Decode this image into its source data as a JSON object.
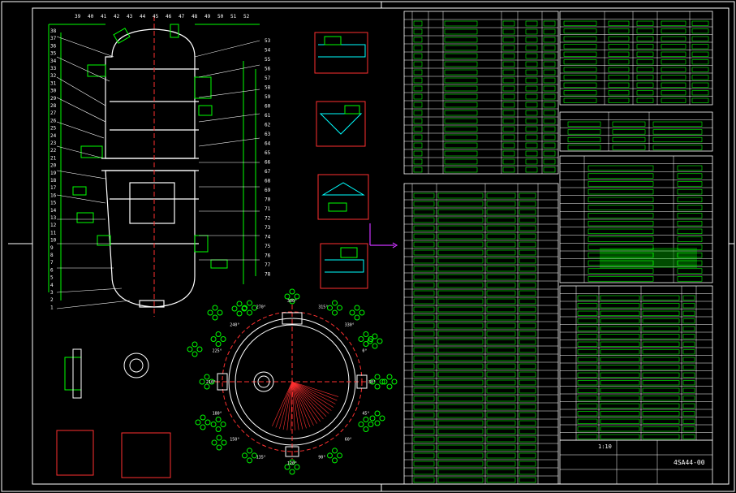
{
  "colors": {
    "background": "#000000",
    "frame": "#ffffff",
    "vessel": "#ffffff",
    "dimension": "#00ff00",
    "section": "#ff3030",
    "hatch": "#00ffff",
    "axis": "#cc33ff",
    "text_box": "#00ff00"
  },
  "drawing": {
    "part_labels_left": [
      "38",
      "37",
      "36",
      "35",
      "34",
      "33",
      "32",
      "31",
      "30",
      "29",
      "28",
      "27",
      "26",
      "25",
      "24",
      "23",
      "22",
      "21",
      "20",
      "19",
      "18",
      "17",
      "16",
      "15",
      "14",
      "13",
      "12",
      "11",
      "10",
      "9",
      "8",
      "7",
      "6",
      "5",
      "4",
      "3",
      "2",
      "1"
    ],
    "part_labels_top": [
      "39",
      "40",
      "41",
      "42",
      "43",
      "44",
      "45",
      "46",
      "47",
      "48",
      "49",
      "50",
      "51",
      "52"
    ],
    "part_labels_right": [
      "53",
      "54",
      "55",
      "56",
      "57",
      "58",
      "59",
      "60",
      "61",
      "62",
      "63",
      "64",
      "65",
      "66",
      "67",
      "68",
      "69",
      "70",
      "71",
      "72",
      "73",
      "74",
      "75",
      "76",
      "77",
      "78"
    ],
    "bottom_angle_labels": [
      "30°",
      "45°",
      "60°",
      "90°",
      "120°",
      "135°",
      "150°",
      "180°",
      "210°",
      "225°",
      "240°",
      "270°",
      "300°",
      "315°",
      "330°",
      "0°"
    ],
    "title_block": {
      "scale_label": "1:10",
      "drawing_no": "4SA44-00"
    }
  }
}
